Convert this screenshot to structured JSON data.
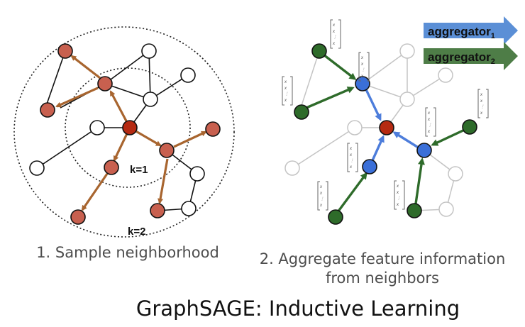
{
  "left_panel": {
    "label_k1": "k=1",
    "label_k2": "k=2",
    "caption": "1. Sample neighborhood"
  },
  "right_panel": {
    "legend": [
      {
        "text": "aggregator",
        "sub": "1",
        "color": "#5b8fd6"
      },
      {
        "text": "aggregator",
        "sub": "2",
        "color": "#4e7d47"
      }
    ],
    "caption_line1": "2. Aggregate feature information",
    "caption_line2": "from neighbors"
  },
  "footer": "GraphSAGE: Inductive Learning",
  "colors": {
    "target": "#b52a12",
    "sampled": "#c8604f",
    "sample_edge": "#a8652f",
    "hop1": "#3a6fd8",
    "hop2": "#2e6b2a"
  }
}
